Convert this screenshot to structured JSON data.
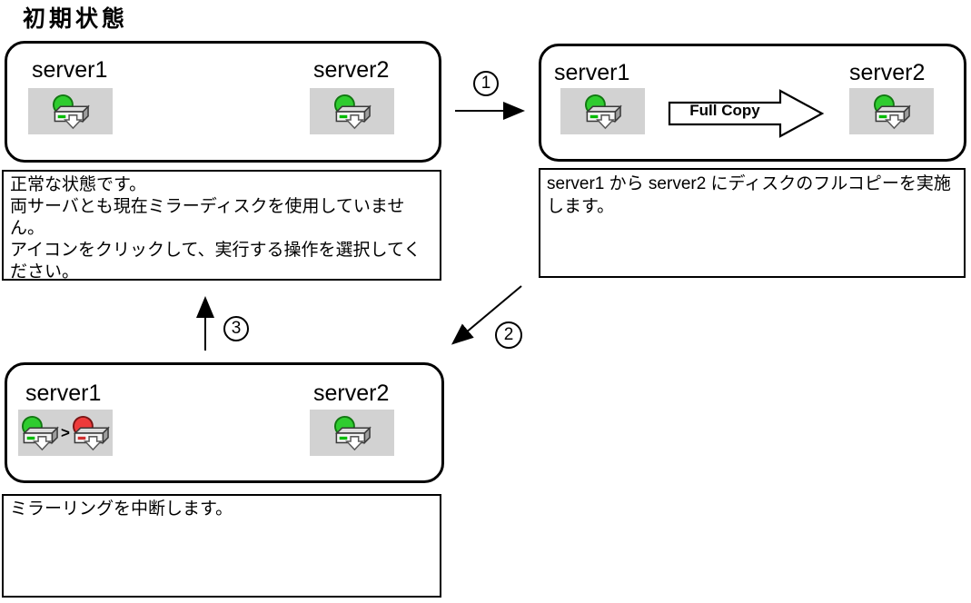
{
  "title": "初期状態",
  "normal_state": {
    "server1_label": "server1",
    "server2_label": "server2",
    "description_lines": [
      "正常な状態です。",
      "両サーバとも現在ミラーディスクを使用していません。",
      "アイコンをクリックして、実行する操作を選択してください。"
    ]
  },
  "full_copy_state": {
    "server1_label": "server1",
    "server2_label": "server2",
    "copy_arrow_label": "Full Copy",
    "description_parts": {
      "server_from": "server1",
      "particle_from": " から ",
      "server_to": "server2",
      "action": " にディスクのフルコピーを実施します。"
    }
  },
  "suspend_state": {
    "server1_label": "server1",
    "server2_label": "server2",
    "icon_separator": ">",
    "description": "ミラーリングを中断します。"
  },
  "steps": {
    "one": "1",
    "two": "2",
    "three": "3"
  },
  "icons": {
    "green": "mirror-disk-normal-green",
    "red": "mirror-disk-error-red"
  },
  "status_colors": {
    "normal_green": "#2fcc2f",
    "normal_green_border": "#117711",
    "error_red": "#ee3b3b",
    "error_red_border": "#7a1515",
    "led_green": "#00bb00",
    "led_red": "#d03030",
    "icon_background": "#d2d2d2"
  }
}
